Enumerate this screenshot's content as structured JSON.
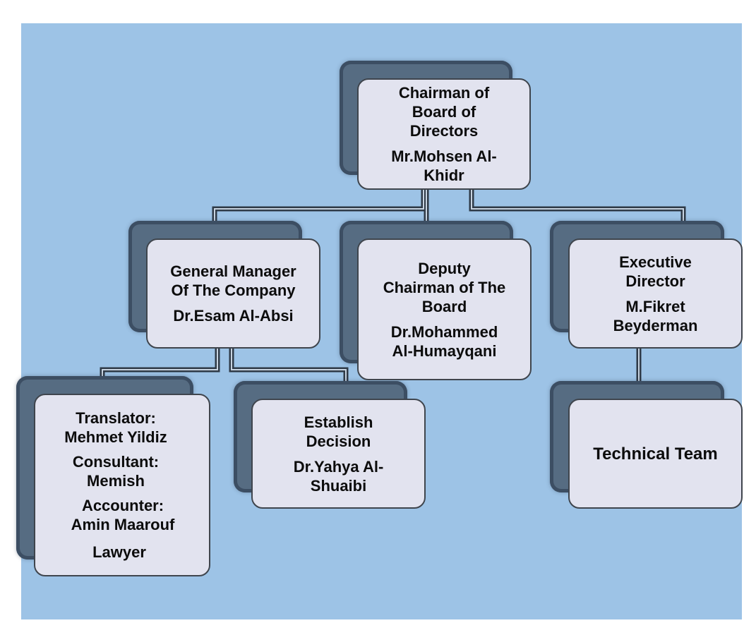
{
  "chairman": {
    "title_lines": [
      "Chairman of",
      "Board of",
      "Directors"
    ],
    "name_lines": [
      "Mr.Mohsen Al-",
      "Khidr"
    ]
  },
  "general_manager": {
    "title_lines": [
      "General Manager",
      "Of The Company"
    ],
    "name_lines": [
      "Dr.Esam Al-Absi"
    ]
  },
  "deputy_chairman": {
    "title_lines": [
      "Deputy",
      "Chairman of The",
      "Board"
    ],
    "name_lines": [
      "Dr.Mohammed",
      "Al-Humayqani"
    ]
  },
  "executive_director": {
    "title_lines": [
      "Executive",
      "Director"
    ],
    "name_lines": [
      "M.Fikret",
      "Beyderman"
    ]
  },
  "staff": {
    "translator_lines": [
      "Translator:",
      "Mehmet Yildiz"
    ],
    "consultant_lines": [
      "Consultant:",
      "Memish"
    ],
    "accounter_lines": [
      "Accounter:",
      "Amin Maarouf"
    ],
    "lawyer": "Lawyer"
  },
  "establish_decision": {
    "title_lines": [
      "Establish",
      "Decision"
    ],
    "name_lines": [
      "Dr.Yahya Al-",
      "Shuaibi"
    ]
  },
  "technical_team": {
    "label": "Technical Team"
  },
  "colors": {
    "background": "#9dc3e6",
    "box_fill": "#e2e3ef",
    "box_border": "#3f454d",
    "shadow": "#566c82",
    "connector": "#2f3a47"
  }
}
